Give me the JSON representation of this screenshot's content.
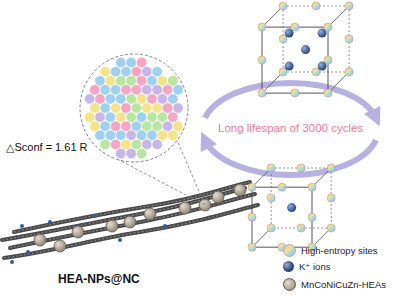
{
  "diagram": {
    "labels": [
      "△Sconf = 1.61 R",
      "Long lifespan of 3000 cycles",
      "HEA-NPs@NC"
    ],
    "legend": [
      {
        "text": "High-entropy sites"
      },
      {
        "text": "K⁺ ions",
        "color": "#2c4c86"
      },
      {
        "text": "MnCoNiCuZn-HEAs"
      }
    ]
  }
}
